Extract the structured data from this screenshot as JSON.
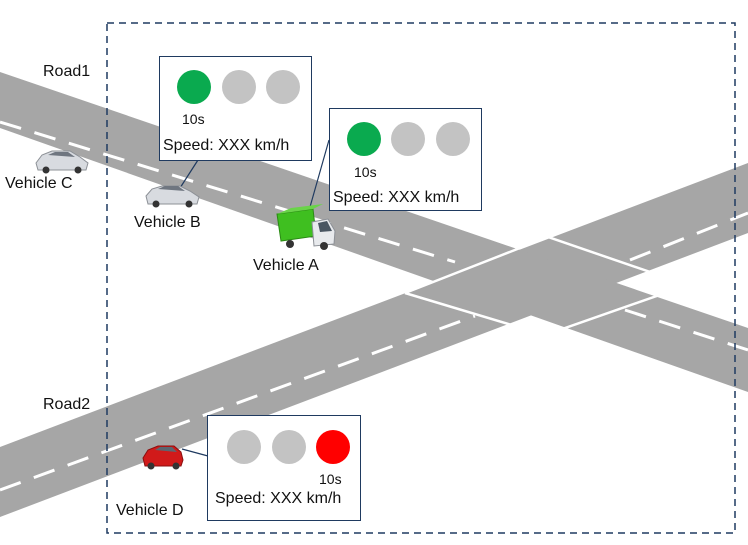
{
  "roads": {
    "road1_label": "Road1",
    "road2_label": "Road2"
  },
  "vehicles": {
    "a": "Vehicle A",
    "b": "Vehicle B",
    "c": "Vehicle C",
    "d": "Vehicle D"
  },
  "signals": {
    "signal1": {
      "active": "green",
      "timer": "10s",
      "speed": "Speed: XXX km/h"
    },
    "signal2": {
      "active": "green",
      "timer": "10s",
      "speed": "Speed: XXX km/h"
    },
    "signal3": {
      "active": "red",
      "timer": "10s",
      "speed": "Speed: XXX km/h"
    }
  },
  "colors": {
    "road": "#a6a6a6",
    "green": "#0aaa4f",
    "red": "#ff0000",
    "inactive": "#c3c3c3",
    "border": "#1f3a60",
    "truck_body": "#3fbf20"
  }
}
